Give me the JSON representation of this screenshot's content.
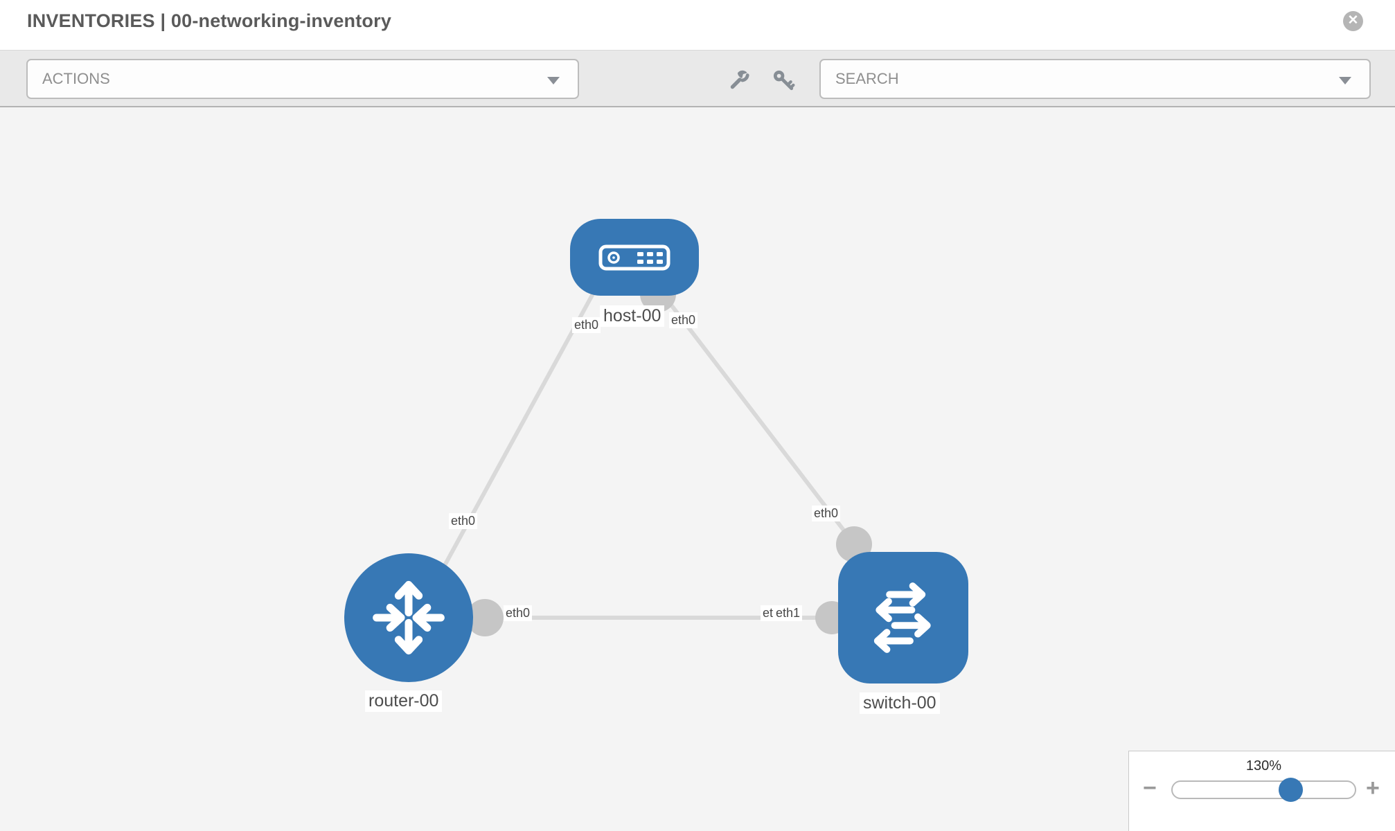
{
  "window": {
    "title": "INVENTORIES | 00-networking-inventory",
    "close_label": "✕"
  },
  "toolbar": {
    "actions": {
      "label": "ACTIONS"
    },
    "search": {
      "placeholder": "SEARCH"
    },
    "icons": [
      {
        "name": "wrench-icon"
      },
      {
        "name": "key-icon"
      }
    ]
  },
  "topology": {
    "nodes": [
      {
        "id": "host-00",
        "type": "host",
        "label": "host-00"
      },
      {
        "id": "router-00",
        "type": "router",
        "label": "router-00"
      },
      {
        "id": "switch-00",
        "type": "switch",
        "label": "switch-00"
      }
    ],
    "links": [
      {
        "source": "host-00",
        "target": "router-00",
        "source_interface": "eth0",
        "target_interface": "eth0"
      },
      {
        "source": "host-00",
        "target": "switch-00",
        "source_interface": "eth0",
        "target_interface": "eth0"
      },
      {
        "source": "router-00",
        "target": "switch-00",
        "source_interface": "eth0",
        "target_interface": "eth1"
      }
    ],
    "switch_left_overlapping_labels": [
      "eth0",
      "eth1"
    ]
  },
  "zoom_control": {
    "level": "130%",
    "minus_label": "−",
    "plus_label": "+"
  },
  "colors": {
    "node_fill": "#3778b5",
    "link": "#d9d9d9",
    "connector": "#c6c6c6",
    "toolbar_bg": "#e9e9e9",
    "canvas_bg": "#f4f4f4",
    "label_text": "#4d4d4d",
    "slider_thumb": "#3778b5"
  }
}
